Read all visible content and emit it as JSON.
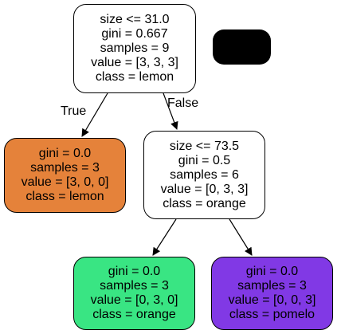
{
  "tree": {
    "nodes": {
      "root": {
        "lines": [
          "size <= 31.0",
          "gini = 0.667",
          "samples = 9",
          "value = [3, 3, 3]",
          "class = lemon"
        ],
        "fill": "#ffffff"
      },
      "left": {
        "lines": [
          "gini = 0.0",
          "samples = 3",
          "value = [3, 0, 0]",
          "class = lemon"
        ],
        "fill": "#e5823a"
      },
      "right": {
        "lines": [
          "size <= 73.5",
          "gini = 0.5",
          "samples = 6",
          "value = [0, 3, 3]",
          "class = orange"
        ],
        "fill": "#ffffff"
      },
      "orange": {
        "lines": [
          "gini = 0.0",
          "samples = 3",
          "value = [0, 3, 0]",
          "class = orange"
        ],
        "fill": "#39e583"
      },
      "pomelo": {
        "lines": [
          "gini = 0.0",
          "samples = 3",
          "value = [0, 0, 3]",
          "class = pomelo"
        ],
        "fill": "#8139e5"
      }
    },
    "edges": {
      "true_label": "True",
      "false_label": "False"
    },
    "legend_fill": "#000000"
  }
}
